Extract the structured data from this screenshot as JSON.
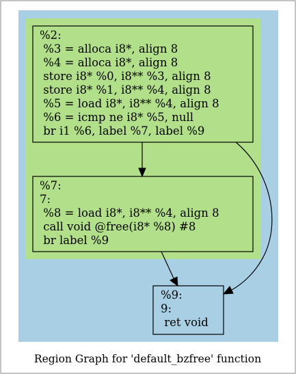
{
  "caption": "Region Graph for 'default_bzfree' function",
  "colors": {
    "outer_region": "#a8cfe3",
    "inner_region": "#b2df8a",
    "node_fill_green": "#b2df8a",
    "node_fill_blue": "#a8cfe3",
    "border": "#000000"
  },
  "nodes": {
    "n2": {
      "lines": [
        "%2:",
        " %3 = alloca i8*, align 8",
        " %4 = alloca i8*, align 8",
        " store i8* %0, i8** %3, align 8",
        " store i8* %1, i8** %4, align 8",
        " %5 = load i8*, i8** %4, align 8",
        " %6 = icmp ne i8* %5, null",
        " br i1 %6, label %7, label %9"
      ]
    },
    "n7": {
      "lines": [
        "%7:",
        "7:",
        " %8 = load i8*, i8** %4, align 8",
        " call void @free(i8* %8) #8",
        " br label %9"
      ]
    },
    "n9": {
      "lines": [
        "%9:",
        "9:",
        " ret void"
      ]
    }
  },
  "edges": [
    {
      "from": "n2",
      "to": "n7"
    },
    {
      "from": "n2",
      "to": "n9"
    },
    {
      "from": "n7",
      "to": "n9"
    }
  ]
}
